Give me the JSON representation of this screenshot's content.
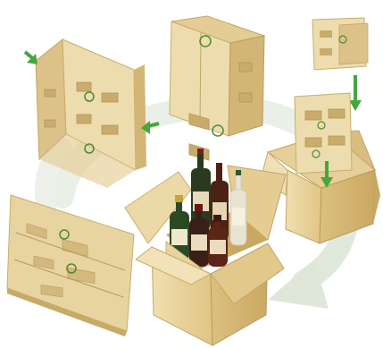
{
  "colors": {
    "cardboard_light": "#eddcae",
    "cardboard_mid": "#e3cb8f",
    "cardboard_dark": "#cfb272",
    "cardboard_shadow": "#b79a5c",
    "flow_arrow": "#dfe6dc",
    "green_arrow": "#46a640",
    "logo_green": "#4a8a3a"
  },
  "stages": [
    {
      "id": "flat-panel",
      "icon": "flat-cardboard-panel"
    },
    {
      "id": "partially-folded-insert",
      "icon": "folding-insert",
      "arrows": [
        "green-arrow-left",
        "green-arrow-right"
      ]
    },
    {
      "id": "assembled-insert",
      "icon": "assembled-divider-insert"
    },
    {
      "id": "insert-into-box",
      "icon": "box-with-insert",
      "arrows": [
        "green-arrow-down-top",
        "green-arrow-down-box"
      ]
    },
    {
      "id": "filled-box",
      "icon": "box-with-wine-bottles"
    }
  ],
  "bottles": [
    {
      "glass": "#1f5a2a",
      "label": "#f1ead2",
      "cap": "#a8812a"
    },
    {
      "glass": "#2a3a1e",
      "label": "#e8d9b8",
      "cap": "#7a1e1e"
    },
    {
      "glass": "#4a2314",
      "label": "#e6d6b2",
      "cap": "#5a1a12"
    },
    {
      "glass": "#e8e4d4",
      "label": "#f5f0e0",
      "cap": "#2a5a2a"
    },
    {
      "glass": "#2c4a22",
      "label": "#f0e8cc",
      "cap": "#c9a43a"
    },
    {
      "glass": "#3a1f16",
      "label": "#e9dcc0",
      "cap": "#6b1616"
    },
    {
      "glass": "#5a2418",
      "label": "#ecdcbc",
      "cap": "#3a1a10"
    }
  ]
}
